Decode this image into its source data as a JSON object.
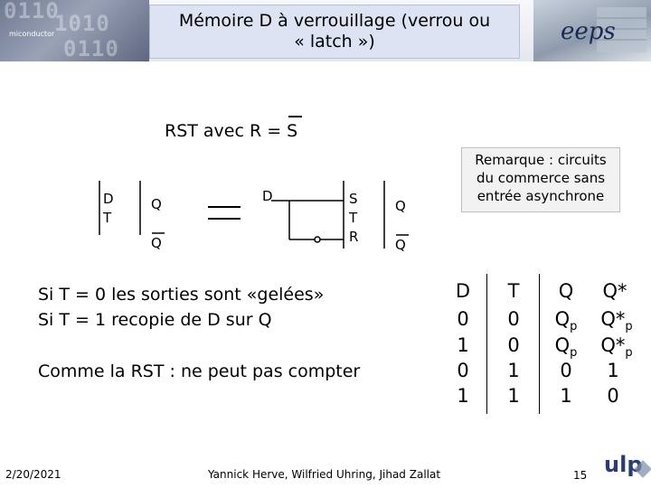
{
  "header": {
    "title_line1": "Mémoire D à verrouillage (verrou ou",
    "title_line2": "« latch »)",
    "left_bits_1": "0110",
    "left_bits_2": "1010",
    "left_bits_3": "0110",
    "left_semiconductor": "miconductor",
    "right_logo": "eeps"
  },
  "diagram": {
    "rst_caption": "RST avec R = S",
    "left_block": {
      "in_d": "D",
      "in_t": "T",
      "out_q": "Q",
      "out_qbar": "Q"
    },
    "right_block": {
      "in_d": "D",
      "in_s": "S",
      "in_t": "T",
      "in_r": "R",
      "out_q": "Q",
      "out_qbar": "Q"
    }
  },
  "remark": {
    "line1": "Remarque : circuits",
    "line2": "du commerce sans",
    "line3": "entrée asynchrone"
  },
  "body": {
    "line1": "Si T = 0 les sorties sont «gelées»",
    "line2": "Si T = 1 recopie de D sur Q",
    "line3": "Comme la RST : ne peut pas compter"
  },
  "truth_table": {
    "headers": [
      "D",
      "T",
      "Q",
      "Q*"
    ],
    "rows": [
      [
        "0",
        "0",
        "Q",
        "Q*",
        "p"
      ],
      [
        "1",
        "0",
        "Q",
        "Q*",
        "p"
      ],
      [
        "0",
        "1",
        "0",
        "1",
        ""
      ],
      [
        "1",
        "1",
        "1",
        "0",
        ""
      ]
    ]
  },
  "footer": {
    "date": "2/20/2021",
    "authors": "Yannick Herve, Wilfried Uhring, Jihad Zallat",
    "page": "15",
    "logo": "ulp"
  }
}
